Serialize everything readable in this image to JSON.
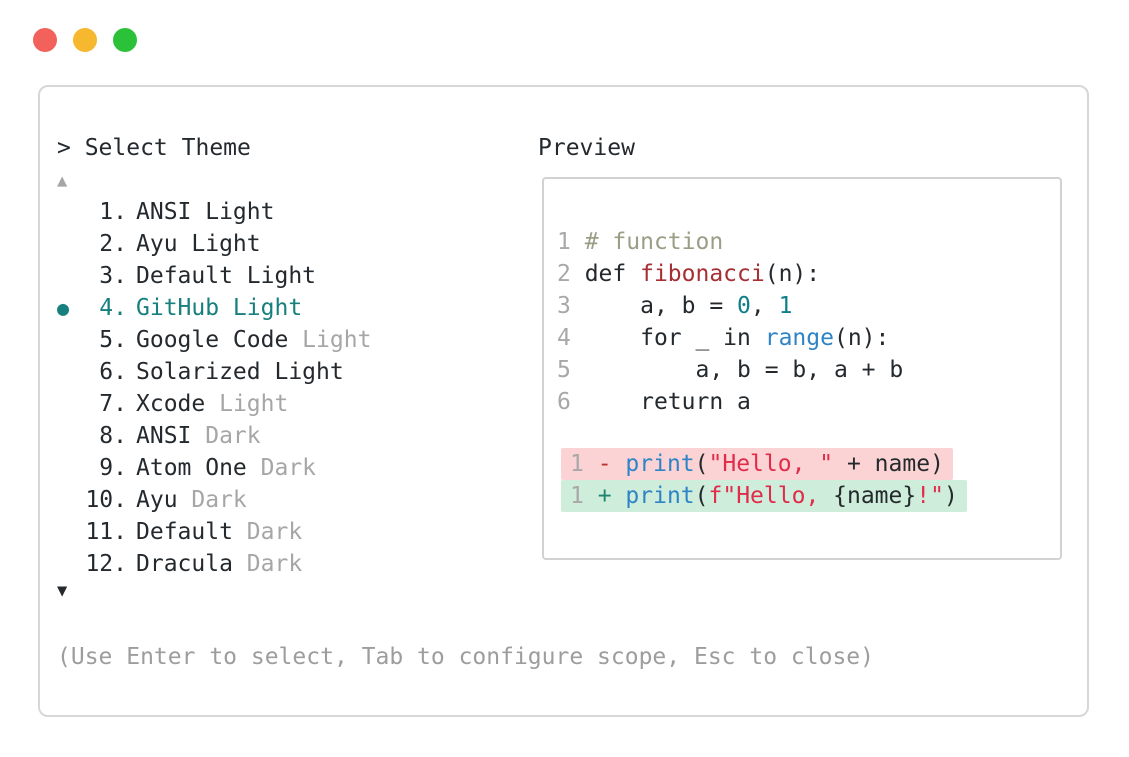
{
  "window": {
    "traffic_lights": [
      {
        "name": "close",
        "color": "#f2615b"
      },
      {
        "name": "minimize",
        "color": "#f5b82e"
      },
      {
        "name": "maximize",
        "color": "#2bc23a"
      }
    ]
  },
  "theme_picker": {
    "prompt": "> Select Theme",
    "scroll_up": "▲",
    "scroll_down": "▼",
    "selected_bullet": "●",
    "items": [
      {
        "number": "1.",
        "name": "ANSI Light",
        "variant": "",
        "selected": false
      },
      {
        "number": "2.",
        "name": "Ayu Light",
        "variant": "",
        "selected": false
      },
      {
        "number": "3.",
        "name": "Default Light",
        "variant": "",
        "selected": false
      },
      {
        "number": "4.",
        "name": "GitHub Light",
        "variant": "",
        "selected": true
      },
      {
        "number": "5.",
        "name": "Google Code",
        "variant": "Light",
        "selected": false
      },
      {
        "number": "6.",
        "name": "Solarized Light",
        "variant": "",
        "selected": false
      },
      {
        "number": "7.",
        "name": "Xcode",
        "variant": "Light",
        "selected": false
      },
      {
        "number": "8.",
        "name": "ANSI",
        "variant": "Dark",
        "selected": false
      },
      {
        "number": "9.",
        "name": "Atom One",
        "variant": "Dark",
        "selected": false
      },
      {
        "number": "10.",
        "name": "Ayu",
        "variant": "Dark",
        "selected": false
      },
      {
        "number": "11.",
        "name": "Default",
        "variant": "Dark",
        "selected": false
      },
      {
        "number": "12.",
        "name": "Dracula",
        "variant": "Dark",
        "selected": false
      }
    ],
    "hint": "(Use Enter to select, Tab to configure scope, Esc to close)"
  },
  "preview": {
    "label": "Preview",
    "code_lines": [
      {
        "number": "1",
        "tokens": [
          {
            "t": "# function",
            "c": "comment"
          }
        ]
      },
      {
        "number": "2",
        "tokens": [
          {
            "t": "def ",
            "c": "text"
          },
          {
            "t": "fibonacci",
            "c": "function"
          },
          {
            "t": "(n):",
            "c": "text"
          }
        ]
      },
      {
        "number": "3",
        "tokens": [
          {
            "t": "    a, b = ",
            "c": "text"
          },
          {
            "t": "0",
            "c": "number"
          },
          {
            "t": ", ",
            "c": "text"
          },
          {
            "t": "1",
            "c": "number"
          }
        ]
      },
      {
        "number": "4",
        "tokens": [
          {
            "t": "    for _ in ",
            "c": "text"
          },
          {
            "t": "range",
            "c": "builtin"
          },
          {
            "t": "(n):",
            "c": "text"
          }
        ]
      },
      {
        "number": "5",
        "tokens": [
          {
            "t": "        a, b = b, a + b",
            "c": "text"
          }
        ]
      },
      {
        "number": "6",
        "tokens": [
          {
            "t": "    return a",
            "c": "text"
          }
        ]
      }
    ],
    "diff_lines": [
      {
        "number": "1",
        "sign": "-",
        "kind": "removed",
        "tokens": [
          {
            "t": "print",
            "c": "builtin"
          },
          {
            "t": "(",
            "c": "text"
          },
          {
            "t": "\"Hello, \"",
            "c": "string"
          },
          {
            "t": " + name)",
            "c": "text"
          }
        ]
      },
      {
        "number": "1",
        "sign": "+",
        "kind": "added",
        "tokens": [
          {
            "t": "print",
            "c": "builtin"
          },
          {
            "t": "(",
            "c": "text"
          },
          {
            "t": "f\"Hello, ",
            "c": "string"
          },
          {
            "t": "{name}",
            "c": "text"
          },
          {
            "t": "!\"",
            "c": "string"
          },
          {
            "t": ")",
            "c": "text"
          }
        ]
      }
    ]
  },
  "colors": {
    "text": "#24292e",
    "muted_gray": "#9d9d9d",
    "selected_teal": "#17807e",
    "comment": "#9b9d86",
    "function_red": "#a52f33",
    "number_teal": "#0e7f89",
    "builtin_blue": "#2f84c6",
    "string_red": "#e02b4a",
    "removed_sign": "#bf312f",
    "added_sign": "#1f8472",
    "removed_bg": "#fbd3d4",
    "added_bg": "#cfeddb",
    "panel_border": "#d7d7d7",
    "traffic_red": "#f2615b",
    "traffic_yellow": "#f5b82e",
    "traffic_green": "#2bc23a"
  }
}
